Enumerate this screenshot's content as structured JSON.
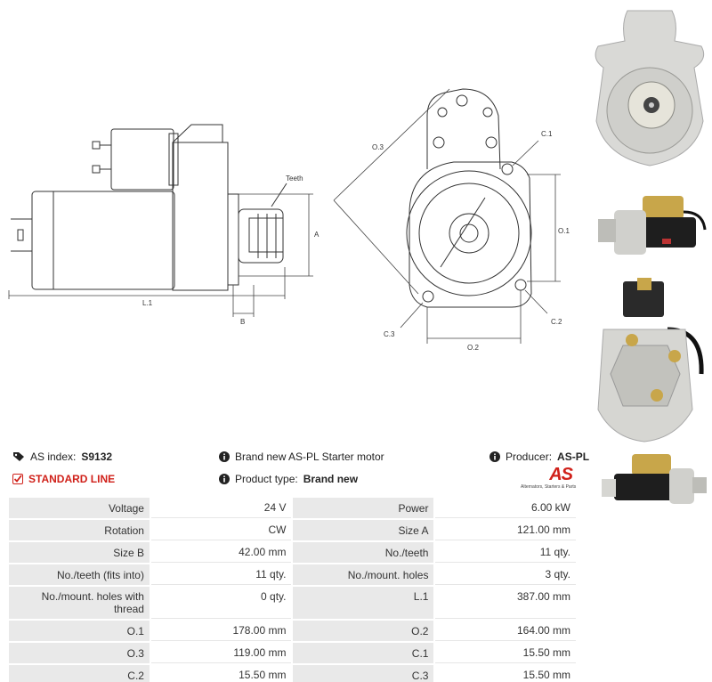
{
  "drawing": {
    "labels": {
      "teeth": "Teeth",
      "a": "A",
      "b": "B",
      "l1": "L.1",
      "o3": "O.3",
      "c1": "C.1",
      "o1": "O.1",
      "c2": "C.2",
      "c3": "C.3",
      "o2": "O.2"
    }
  },
  "info": {
    "index_label": "AS index:",
    "index_value": "S9132",
    "standard_line": "STANDARD LINE",
    "description": "Brand new AS-PL Starter motor",
    "product_type_label": "Product type:",
    "product_type_value": "Brand new",
    "producer_label": "Producer:",
    "producer_value": "AS-PL",
    "logo_text": "AS",
    "logo_tagline": "Alternators, Starters & Parts"
  },
  "specs": [
    {
      "k1": "Voltage",
      "v1": "24 V",
      "k2": "Power",
      "v2": "6.00 kW"
    },
    {
      "k1": "Rotation",
      "v1": "CW",
      "k2": "Size A",
      "v2": "121.00 mm"
    },
    {
      "k1": "Size B",
      "v1": "42.00 mm",
      "k2": "No./teeth",
      "v2": "11 qty."
    },
    {
      "k1": "No./teeth (fits into)",
      "v1": "11 qty.",
      "k2": "No./mount. holes",
      "v2": "3 qty."
    },
    {
      "k1": "No./mount. holes with thread",
      "v1": "0 qty.",
      "k2": "L.1",
      "v2": "387.00 mm"
    },
    {
      "k1": "O.1",
      "v1": "178.00 mm",
      "k2": "O.2",
      "v2": "164.00 mm"
    },
    {
      "k1": "O.3",
      "v1": "119.00 mm",
      "k2": "C.1",
      "v2": "15.50 mm"
    },
    {
      "k1": "C.2",
      "v1": "15.50 mm",
      "k2": "C.3",
      "v2": "15.50 mm"
    }
  ]
}
